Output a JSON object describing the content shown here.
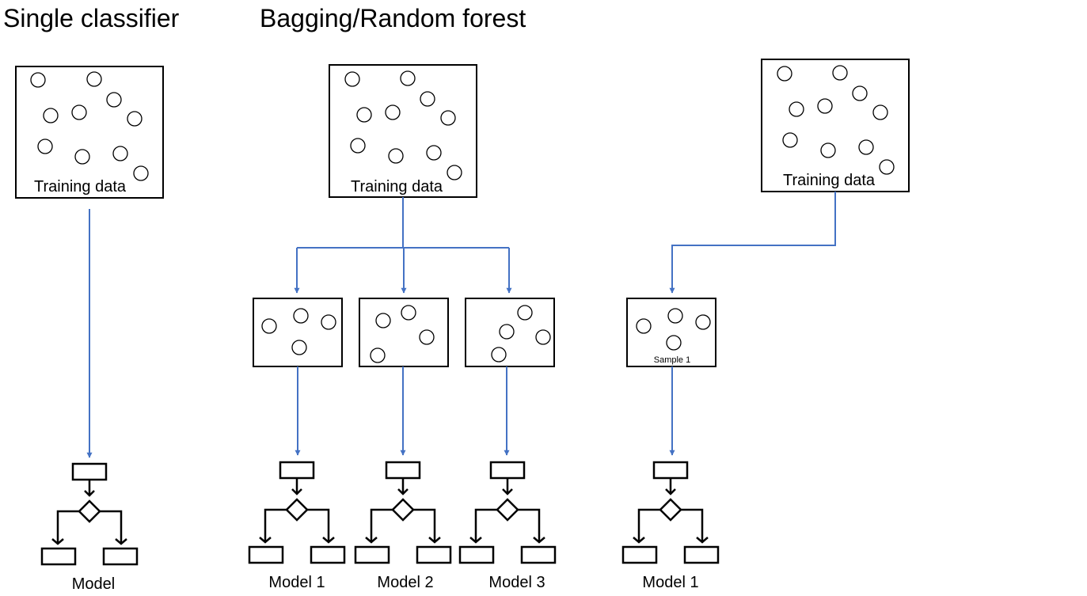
{
  "headings": {
    "single": "Single classifier",
    "bagging": "Bagging/Random forest"
  },
  "panels": {
    "single": {
      "training_label": "Training data",
      "model_label": "Model"
    },
    "bagging": {
      "training_label": "Training data",
      "model_labels": [
        "Model 1",
        "Model 2",
        "Model 3"
      ]
    },
    "right": {
      "training_label": "Training data",
      "sample_label": "Sample 1",
      "model_label": "Model 1"
    }
  },
  "colors": {
    "connector": "#4472C4",
    "outline": "#000000",
    "background": "#FFFFFF"
  }
}
